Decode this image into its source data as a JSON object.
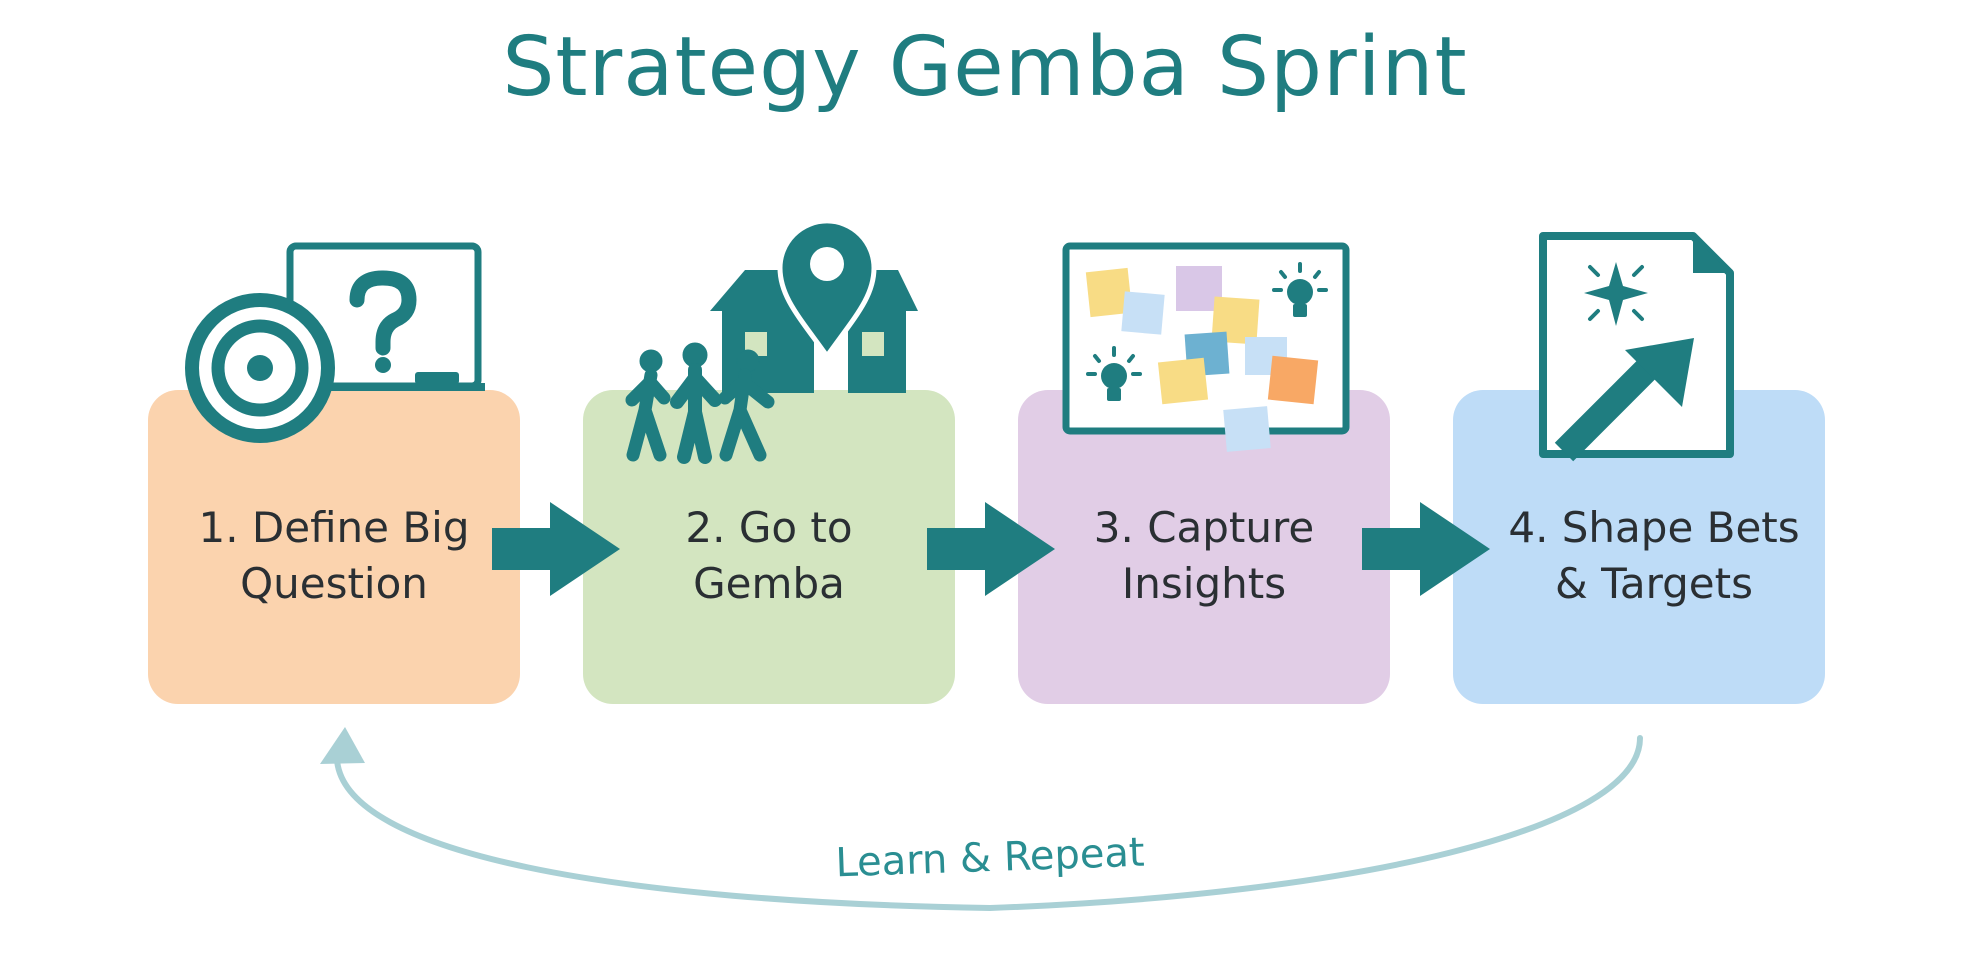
{
  "title": "Strategy Gemba Sprint",
  "steps": [
    {
      "label_line1": "1. Define Big",
      "label_line2": "Question",
      "color": "#fbd3ae",
      "icon": "target-whiteboard-question-icon"
    },
    {
      "label_line1": "2. Go to",
      "label_line2": "Gemba",
      "color": "#d3e5c0",
      "icon": "people-house-location-icon"
    },
    {
      "label_line1": "3. Capture",
      "label_line2": "Insights",
      "color": "#e1cde6",
      "icon": "sticky-notes-board-icon"
    },
    {
      "label_line1": "4. Shape Bets",
      "label_line2": "& Targets",
      "color": "#bedcf7",
      "icon": "document-star-arrow-icon"
    }
  ],
  "loop_label": "Learn & Repeat",
  "colors": {
    "accent": "#1f7d80",
    "loop": "#a9d0d5",
    "text": "#2a2f33"
  }
}
